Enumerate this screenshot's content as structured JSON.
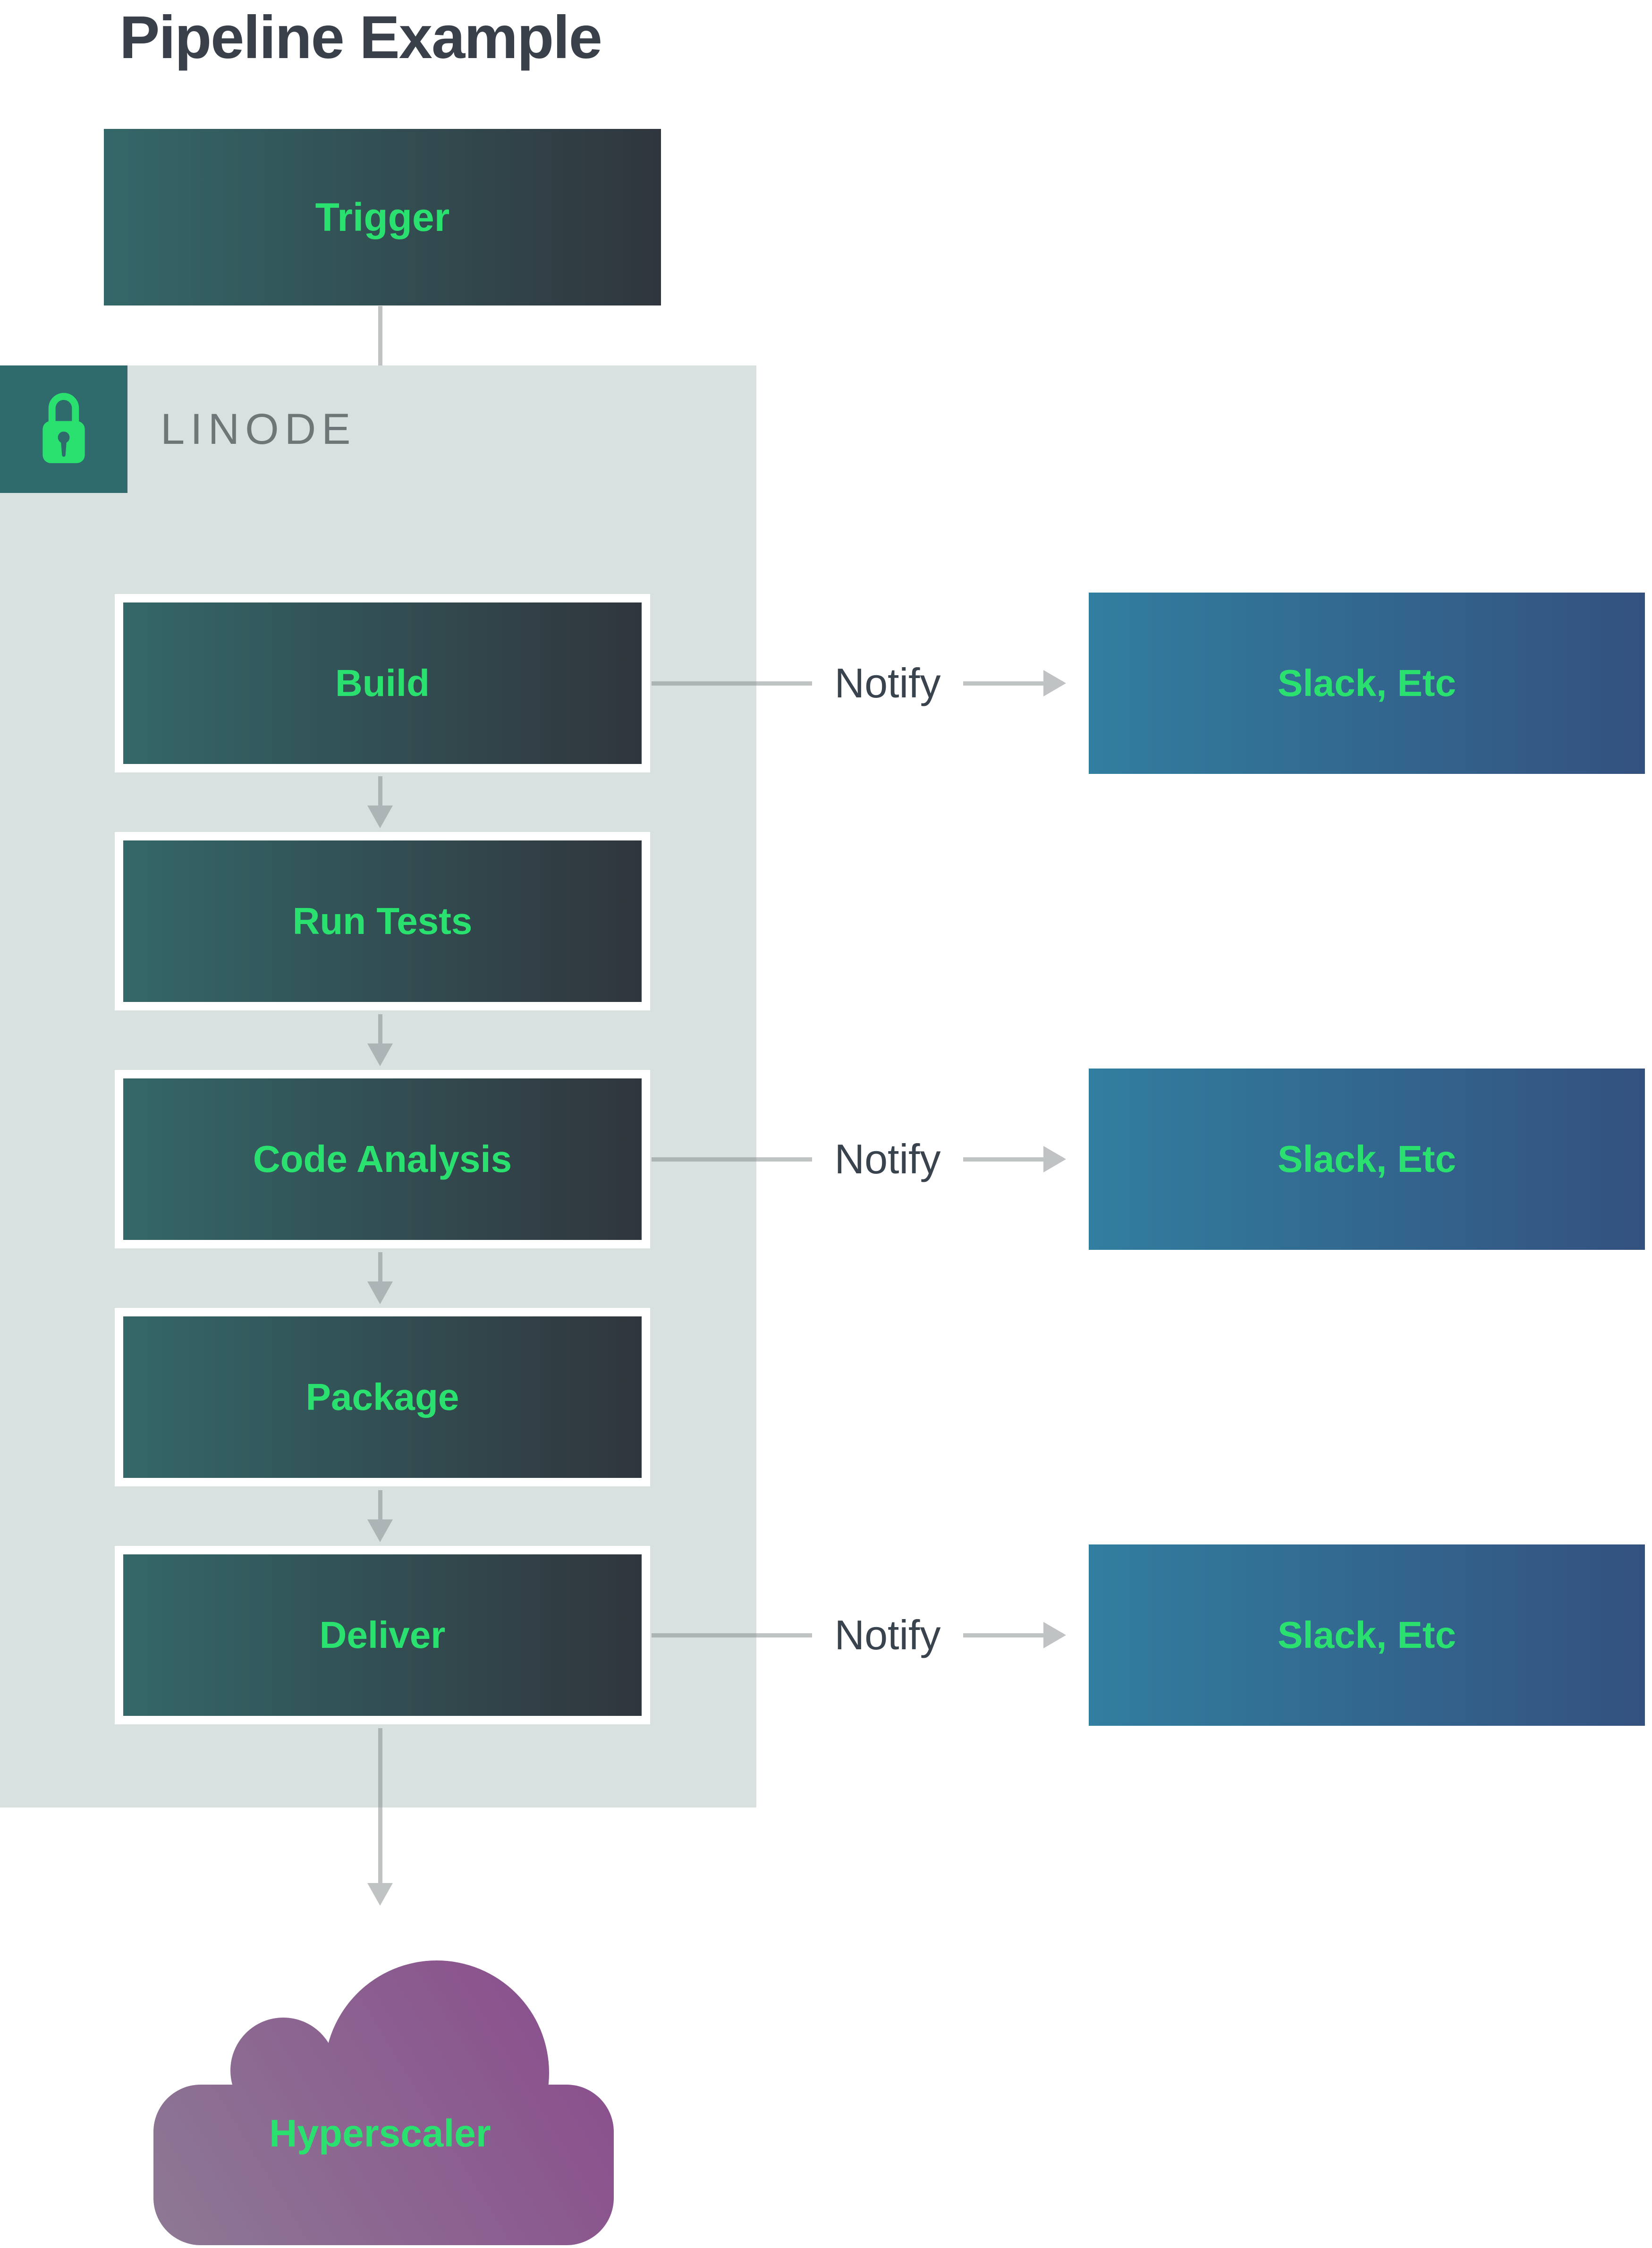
{
  "title": "Pipeline Example",
  "trigger": {
    "label": "Trigger"
  },
  "platform": {
    "label": "LINODE",
    "icon": "lock-icon"
  },
  "stages": [
    {
      "label": "Build"
    },
    {
      "label": "Run Tests"
    },
    {
      "label": "Code Analysis"
    },
    {
      "label": "Package"
    },
    {
      "label": "Deliver"
    }
  ],
  "notify_rows": [
    {
      "label": "Notify",
      "target": "Slack, Etc",
      "from_stage": "Build"
    },
    {
      "label": "Notify",
      "target": "Slack, Etc",
      "from_stage": "Code Analysis"
    },
    {
      "label": "Notify",
      "target": "Slack, Etc",
      "from_stage": "Deliver"
    }
  ],
  "cloud": {
    "label": "Hyperscaler"
  },
  "colors": {
    "accent_green": "#2ae06e",
    "stage_gradient_start": "#346769",
    "stage_gradient_end": "#30363d",
    "target_gradient_start": "#327ea0",
    "target_gradient_end": "#33517e",
    "container_bg": "#d9e0e0",
    "lock_badge_bg": "#2f6a6c",
    "cloud_gradient_start": "#8d7a94",
    "cloud_gradient_end": "#8a4a8c",
    "title_text": "#394049",
    "connector_gray": "#b9bcbd"
  }
}
